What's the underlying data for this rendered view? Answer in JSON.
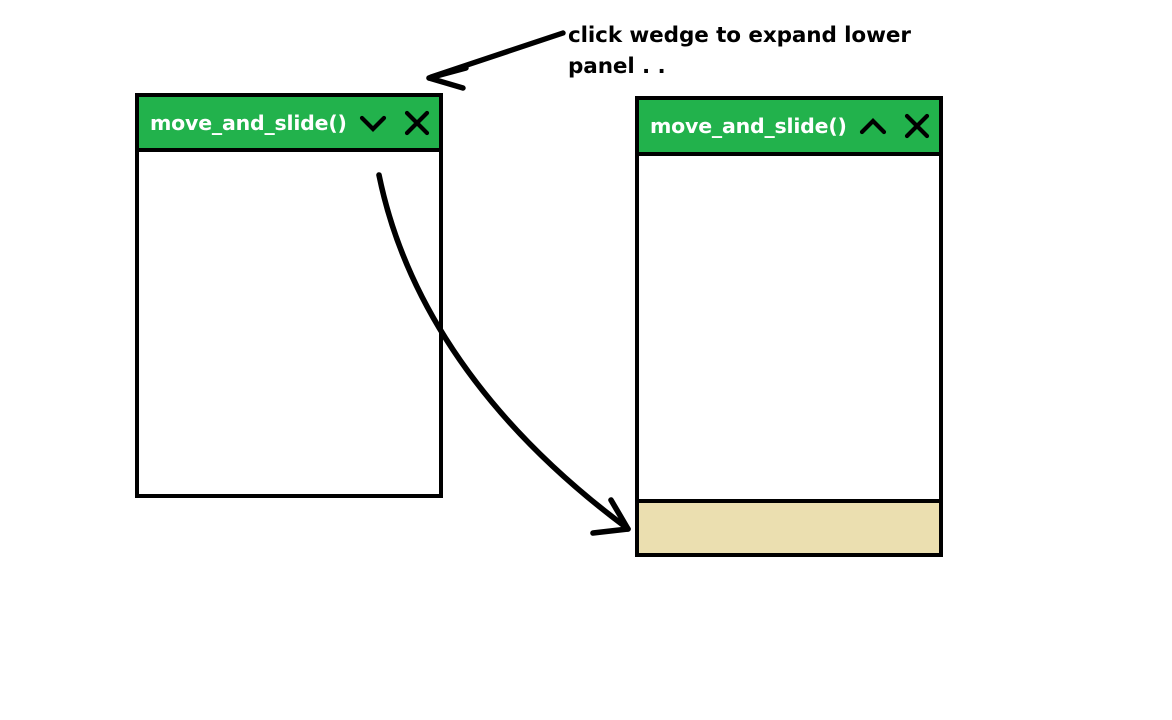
{
  "annotation": {
    "text": "click wedge to expand lower\npanel . ."
  },
  "colors": {
    "titlebar_green": "#22b24c",
    "lower_panel_beige": "#ebdfb0",
    "border_black": "#000000",
    "title_text_white": "#ffffff",
    "panel_body_white": "#ffffff"
  },
  "panels": [
    {
      "state": "collapsed",
      "title": "move_and_slide()",
      "chevron_icon": "chevron-down-icon",
      "close_icon": "close-icon",
      "has_lower_panel": false
    },
    {
      "state": "expanded",
      "title": "move_and_slide()",
      "chevron_icon": "chevron-up-icon",
      "close_icon": "close-icon",
      "has_lower_panel": true
    }
  ],
  "arrows": [
    {
      "name": "annotation-pointer-arrow",
      "from": "annotation text",
      "to": "left panel chevron wedge"
    },
    {
      "name": "flow-arrow",
      "from": "left panel body",
      "to": "right panel lower beige panel"
    }
  ]
}
